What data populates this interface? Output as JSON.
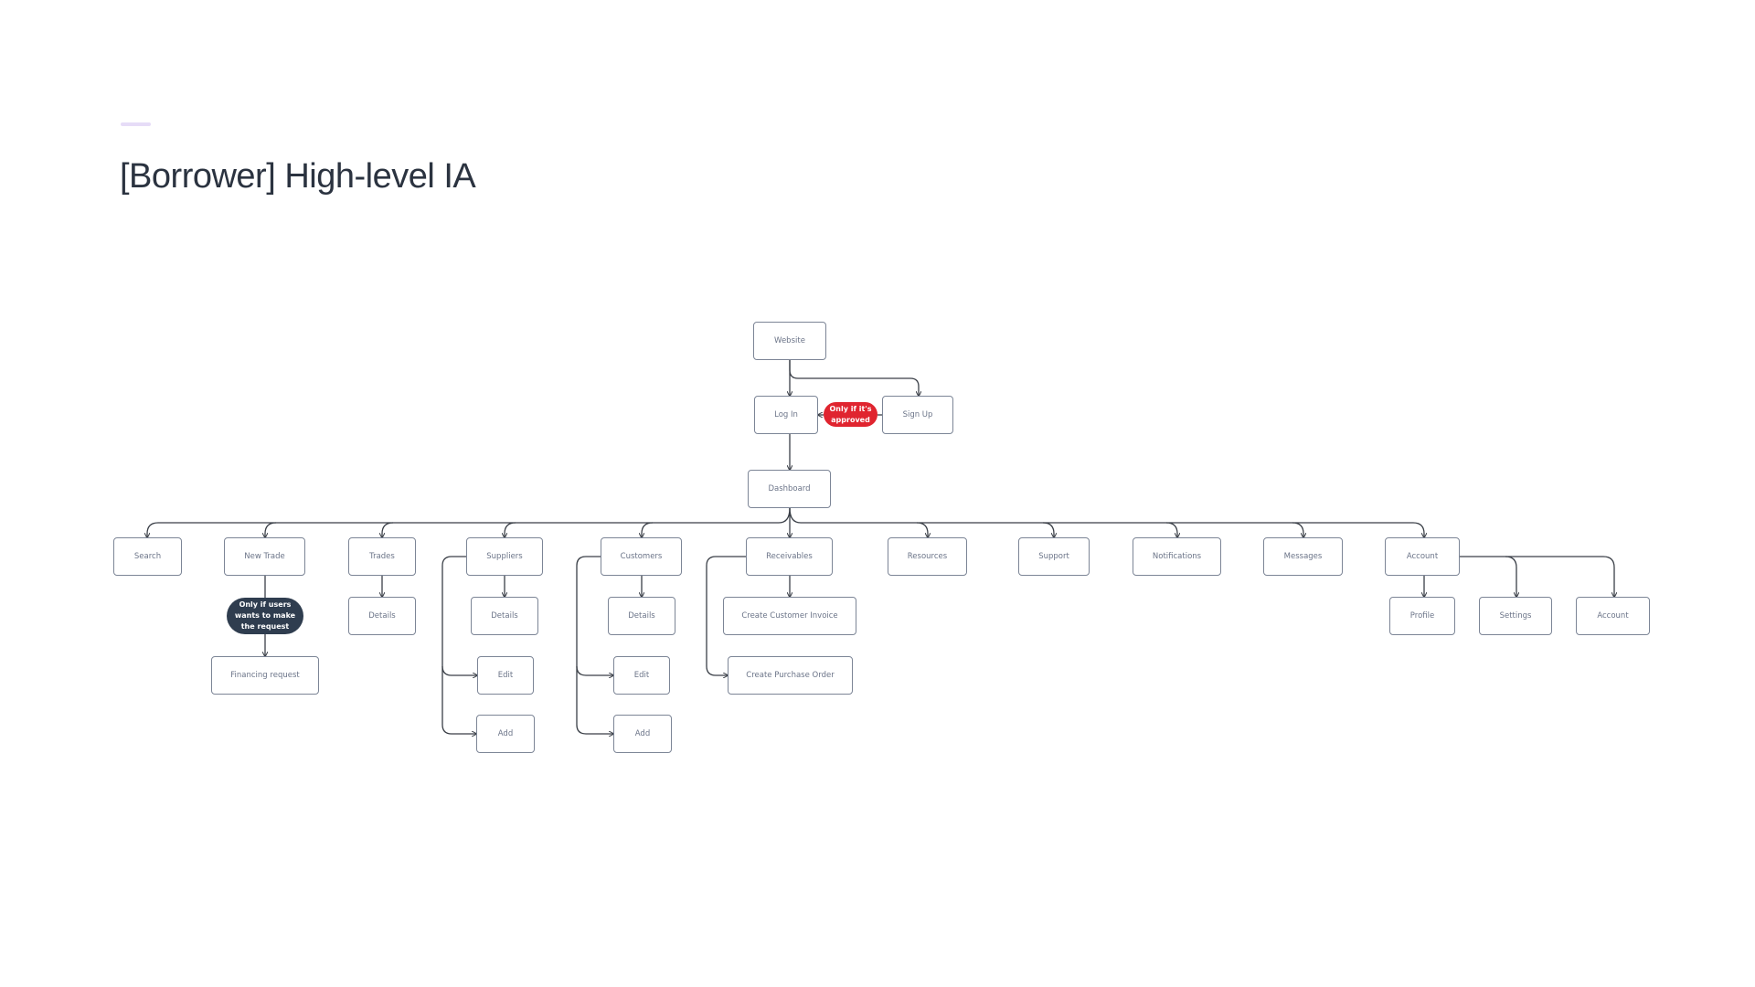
{
  "header": {
    "title": "[Borrower] High-level IA",
    "accent_color": "#e6dcf7"
  },
  "colors": {
    "node_border": "#7c8596",
    "node_text": "#6b7488",
    "connector": "#3a3f47",
    "condition_red": "#e0242f",
    "condition_dark": "#2f3d4f"
  },
  "diagram": {
    "root": {
      "label": "Website"
    },
    "auth": {
      "login": {
        "label": "Log In"
      },
      "signup": {
        "label": "Sign Up"
      },
      "signup_condition": {
        "line1": "Only if it's",
        "line2": "approved"
      }
    },
    "dashboard": {
      "label": "Dashboard"
    },
    "sections": {
      "search": {
        "label": "Search"
      },
      "new_trade": {
        "label": "New Trade",
        "condition": {
          "line1": "Only if users",
          "line2": "wants to make",
          "line3": "the request"
        },
        "children": [
          {
            "label": "Financing request"
          }
        ]
      },
      "trades": {
        "label": "Trades",
        "children": [
          {
            "label": "Details"
          }
        ]
      },
      "suppliers": {
        "label": "Suppliers",
        "children": [
          {
            "label": "Details"
          },
          {
            "label": "Edit"
          },
          {
            "label": "Add"
          }
        ]
      },
      "customers": {
        "label": "Customers",
        "children": [
          {
            "label": "Details"
          },
          {
            "label": "Edit"
          },
          {
            "label": "Add"
          }
        ]
      },
      "receivables": {
        "label": "Receivables",
        "children": [
          {
            "label": "Create Customer Invoice"
          },
          {
            "label": "Create Purchase Order"
          }
        ]
      },
      "resources": {
        "label": "Resources"
      },
      "support": {
        "label": "Support"
      },
      "notifications": {
        "label": "Notifications"
      },
      "messages": {
        "label": "Messages"
      },
      "account": {
        "label": "Account",
        "children": [
          {
            "label": "Profile"
          },
          {
            "label": "Settings"
          },
          {
            "label": "Account"
          }
        ]
      }
    }
  }
}
